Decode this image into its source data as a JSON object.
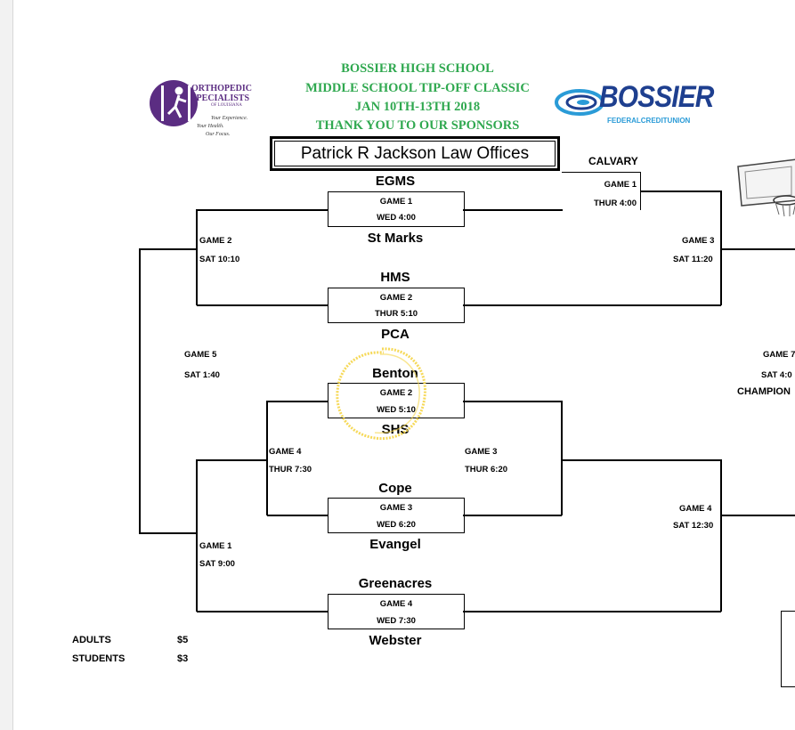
{
  "header": {
    "lines": [
      "BOSSIER HIGH SCHOOL",
      "MIDDLE SCHOOL TIP-OFF CLASSIC",
      "JAN 10TH-13TH 2018",
      "THANK YOU TO OUR SPONSORS"
    ],
    "color": "#2fa84f"
  },
  "sponsors": {
    "ortho": {
      "name_line1": "ORTHOPEDIC",
      "name_line2": "SPECIALISTS",
      "name_line3": "OF LOUISIANA",
      "tagline1": "Your Experience.",
      "tagline2": "Your Health.",
      "tagline3": "Our Focus.",
      "color": "#5b2d82"
    },
    "bossier": {
      "name": "BOSSIER",
      "sub": "FEDERALCREDITUNION",
      "color": "#1e3f8f",
      "swirl_color": "#2a9bd7"
    },
    "law_office": "Patrick R Jackson Law Offices"
  },
  "left_bracket": {
    "matchups": [
      {
        "top": "EGMS",
        "game": "GAME 1",
        "time": "WED 4:00",
        "bottom": "St Marks"
      },
      {
        "top": "HMS",
        "game": "GAME 2",
        "time": "THUR 5:10",
        "bottom": "PCA"
      },
      {
        "top": "Benton",
        "game": "GAME 2",
        "time": "WED 5:10",
        "bottom": "SHS"
      },
      {
        "top": "Cope",
        "game": "GAME 3",
        "time": "WED 6:20",
        "bottom": "Evangel"
      },
      {
        "top": "Greenacres",
        "game": "GAME 4",
        "time": "WED 7:30",
        "bottom": "Webster"
      }
    ],
    "rounds": {
      "r2_game2": {
        "game": "GAME 2",
        "time": "SAT 10:10"
      },
      "r2_game4": {
        "game": "GAME 4",
        "time": "THUR 7:30"
      },
      "r2_game3": {
        "game": "GAME 3",
        "time": "THUR 6:20"
      },
      "r2_game1": {
        "game": "GAME 1",
        "time": "SAT 9:00"
      },
      "game5": {
        "game": "GAME 5",
        "time": "SAT 1:40"
      }
    }
  },
  "right_bracket": {
    "calvary": {
      "team": "CALVARY",
      "game": "GAME 1",
      "time": "THUR 4:00"
    },
    "game3": {
      "game": "GAME 3",
      "time": "SAT 11:20"
    },
    "game4": {
      "game": "GAME 4",
      "time": "SAT 12:30"
    },
    "final": {
      "game": "GAME 7",
      "time": "SAT 4:0",
      "label": "CHAMPION"
    }
  },
  "prices": [
    {
      "label": "ADULTS",
      "value": "$5"
    },
    {
      "label": "STUDENTS",
      "value": "$3"
    }
  ],
  "highlight_color": "#f5d547"
}
